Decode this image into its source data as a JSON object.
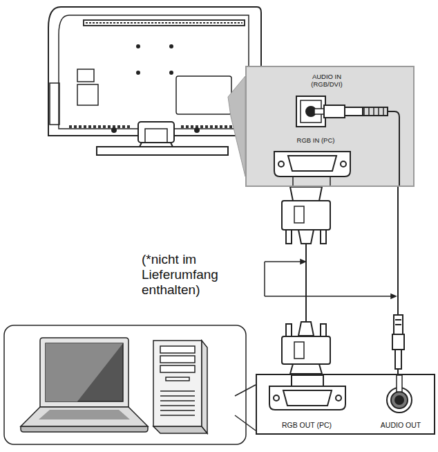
{
  "diagram": {
    "nodes": [
      {
        "text": [
          "AUDIO IN (RGB/DVI)",
          "RGB IN (PC)"
        ]
      },
      {
        "text": [
          "RGB OUT (PC)",
          "AUDIO OUT"
        ]
      }
    ],
    "edges": [
      {
        "from": 1,
        "to": 0,
        "arrow": "none"
      },
      {
        "from": 1,
        "to": 0,
        "arrow": "none"
      }
    ],
    "labels": [
      "(*nicht im Lieferumfang enthalten)"
    ]
  }
}
